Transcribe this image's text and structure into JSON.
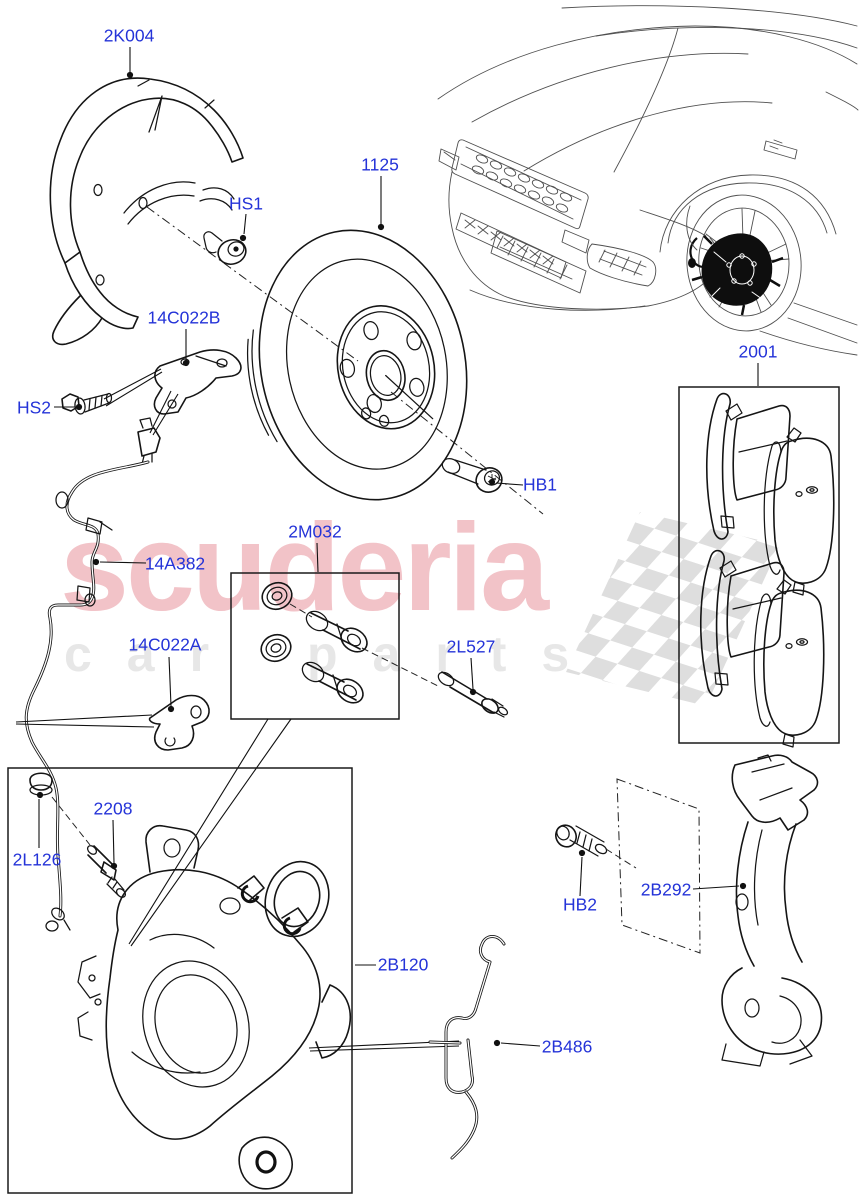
{
  "watermark": {
    "brand": "scuderia",
    "tagline": "car parts",
    "brand_color": "#f2c3c8",
    "tagline_color": "#e7e7e7",
    "checker_color": "#dadada"
  },
  "label_color": "#2433d8",
  "part_labels": {
    "2K004": "2K004",
    "HS1": "HS1",
    "1125": "1125",
    "14C022B": "14C022B",
    "HS2": "HS2",
    "HB1": "HB1",
    "2001": "2001",
    "14A382": "14A382",
    "2M032": "2M032",
    "2L527": "2L527",
    "14C022A": "14C022A",
    "2L126": "2L126",
    "2208": "2208",
    "2B120": "2B120",
    "HB2": "HB2",
    "2B292": "2B292",
    "2B486": "2B486"
  }
}
